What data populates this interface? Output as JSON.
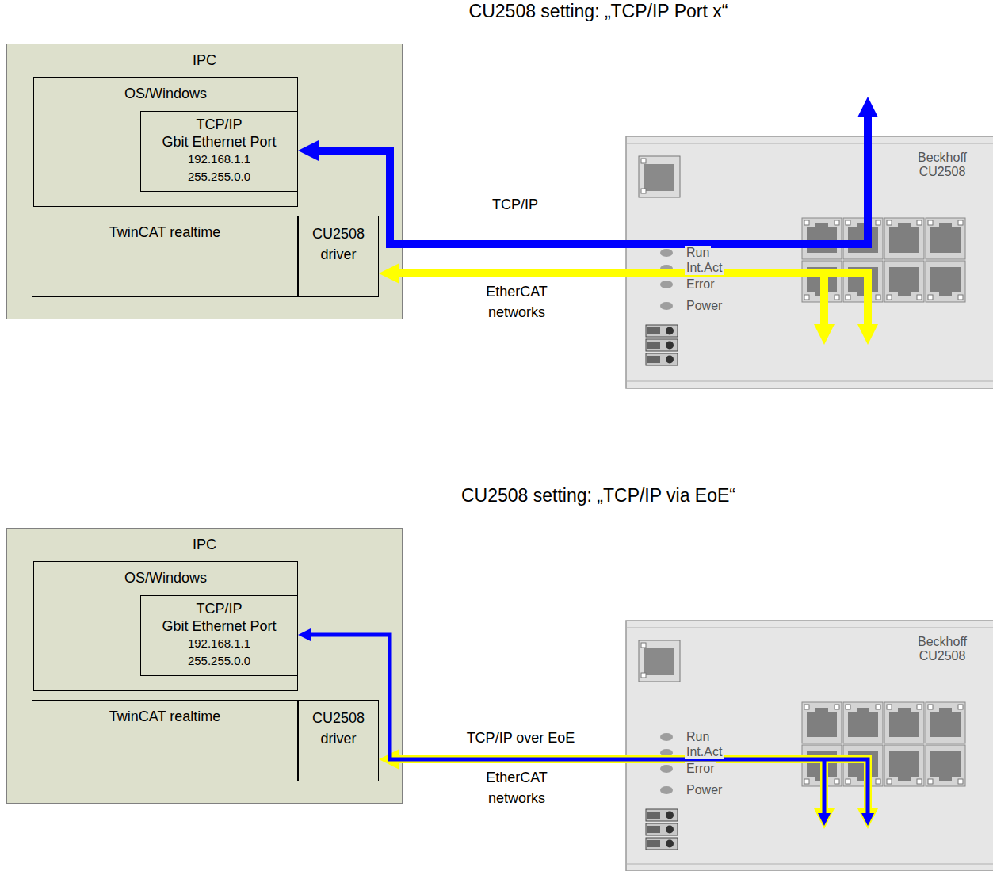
{
  "diagram": {
    "nodes": [
      {
        "text": [
          "IPC"
        ]
      },
      {
        "text": [
          "OS/Windows"
        ],
        "in": 0
      },
      {
        "text": [
          "TCP/IP",
          "Gbit Ethernet Port",
          "192.168.1.1",
          "255.255.0.0"
        ],
        "in": 1
      },
      {
        "text": [
          "TwinCAT realtime"
        ],
        "in": 0
      },
      {
        "text": [
          "CU2508 driver"
        ],
        "in": 0
      },
      {
        "text": [
          "Beckhoff CU2508"
        ]
      },
      {
        "text": [
          "IPC"
        ]
      },
      {
        "text": [
          "OS/Windows"
        ],
        "in": 6
      },
      {
        "text": [
          "TCP/IP",
          "Gbit Ethernet Port",
          "192.168.1.1",
          "255.255.0.0"
        ],
        "in": 7
      },
      {
        "text": [
          "TwinCAT realtime"
        ],
        "in": 6
      },
      {
        "text": [
          "CU2508 driver"
        ],
        "in": 6
      },
      {
        "text": [
          "Beckhoff CU2508"
        ]
      }
    ],
    "edges": [
      {
        "from": 5,
        "to": 2,
        "arrow": "to",
        "label": "TCP/IP"
      },
      {
        "from": 5,
        "to": 4,
        "arrow": "to",
        "label": "EtherCAT networks"
      },
      {
        "from": 11,
        "to": 10,
        "arrow": "to",
        "label": "EtherCAT networks"
      },
      {
        "from": 11,
        "to": 8,
        "arrow": "to",
        "label": "TCP/IP over EoE"
      }
    ],
    "labels": [
      "CU2508 setting: „TCP/IP Port x“",
      "Run",
      "Int.Act",
      "Error",
      "Power",
      "CU2508 setting: „TCP/IP via EoE“",
      "Run",
      "Int.Act",
      "Error",
      "Power"
    ]
  }
}
